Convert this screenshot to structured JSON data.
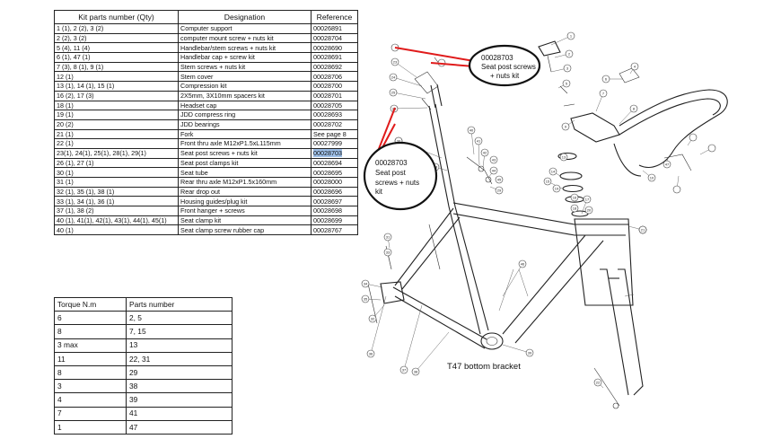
{
  "kit_table": {
    "headers": {
      "kit_parts": "Kit parts number (Qty)",
      "designation": "Designation",
      "reference": "Reference"
    },
    "rows": [
      {
        "parts": "1 (1), 2 (2), 3 (2)",
        "designation": "Computer support",
        "reference": "00026891"
      },
      {
        "parts": "2 (2), 3 (2)",
        "designation": "computer mount screw + nuts kit",
        "reference": "00028704"
      },
      {
        "parts": "5 (4), 11 (4)",
        "designation": "Handlebar/stem screws + nuts kit",
        "reference": "00028690"
      },
      {
        "parts": "6 (1), 47 (1)",
        "designation": "Handlebar cap + screw kit",
        "reference": "00028691"
      },
      {
        "parts": "7 (3), 8 (1), 9 (1)",
        "designation": "Stem screws + nuts kit",
        "reference": "00028692"
      },
      {
        "parts": "12 (1)",
        "designation": "Stem cover",
        "reference": "00028706"
      },
      {
        "parts": "13 (1), 14 (1), 15 (1)",
        "designation": "Compression kit",
        "reference": "00028700"
      },
      {
        "parts": "16 (2), 17 (3)",
        "designation": "2X5mm, 3X10mm spacers kit",
        "reference": "00028701"
      },
      {
        "parts": "18 (1)",
        "designation": "Headset cap",
        "reference": "00028705"
      },
      {
        "parts": "19 (1)",
        "designation": "JDD compress ring",
        "reference": "00028693"
      },
      {
        "parts": "20 (2)",
        "designation": "JDD bearings",
        "reference": "00028702"
      },
      {
        "parts": "21 (1)",
        "designation": "Fork",
        "reference": "See page 8"
      },
      {
        "parts": "22 (1)",
        "designation": "Front thru axle M12xP1.5xL115mm",
        "reference": "00027999"
      },
      {
        "parts": "23(1), 24(1), 25(1), 28(1), 29(1)",
        "designation": "Seat post screws + nuts kit",
        "reference": "00028703"
      },
      {
        "parts": "26 (1), 27 (1)",
        "designation": "Seat post clamps kit",
        "reference": "00028694"
      },
      {
        "parts": "30 (1)",
        "designation": "Seat tube",
        "reference": "00028695"
      },
      {
        "parts": "31 (1)",
        "designation": "Rear thru axle M12xP1.5x160mm",
        "reference": "00028000"
      },
      {
        "parts": "32 (1), 35 (1), 38 (1)",
        "designation": "Rear drop out",
        "reference": "00028696"
      },
      {
        "parts": "33 (1), 34 (1), 36 (1)",
        "designation": "Housing guides/plug kit",
        "reference": "00028697"
      },
      {
        "parts": "37 (1), 38 (2)",
        "designation": "Front hanger + screws",
        "reference": "00028698"
      },
      {
        "parts": "40 (1), 41(1), 42(1), 43(1), 44(1), 45(1)",
        "designation": "Seat clamp kit",
        "reference": "00028699"
      },
      {
        "parts": "40 (1)",
        "designation": "Seat clamp screw rubber cap",
        "reference": "00028767"
      }
    ],
    "highlighted_row": 13
  },
  "torque_table": {
    "headers": {
      "torque": "Torque N.m",
      "parts": "Parts number"
    },
    "rows": [
      {
        "torque": "6",
        "parts": "2, 5"
      },
      {
        "torque": "8",
        "parts": "7, 15"
      },
      {
        "torque": "3 max",
        "parts": "13"
      },
      {
        "torque": "11",
        "parts": "22, 31"
      },
      {
        "torque": "8",
        "parts": "29"
      },
      {
        "torque": "3",
        "parts": "38"
      },
      {
        "torque": "4",
        "parts": "39"
      },
      {
        "torque": "7",
        "parts": "41"
      },
      {
        "torque": "1",
        "parts": "47"
      }
    ]
  },
  "diagram": {
    "annotation_top": {
      "ref": "00028703",
      "line1": "Seat post screws",
      "line2": "+ nuts kit"
    },
    "annotation_left": {
      "ref": "00028703",
      "line1": "Seat post",
      "line2": "screws + nuts",
      "line3": "kit"
    },
    "bottom_bracket_label": "T47 bottom bracket",
    "annotation_color": "#e01b1b",
    "callouts": [
      "1",
      "2",
      "3",
      "4",
      "5",
      "6",
      "7",
      "8",
      "9",
      "10",
      "11",
      "12",
      "13",
      "14",
      "15",
      "16",
      "17",
      "18",
      "19",
      "20",
      "21",
      "22",
      "23",
      "24",
      "25",
      "26",
      "27",
      "28",
      "29",
      "30",
      "31",
      "32",
      "33",
      "34",
      "35",
      "36",
      "37",
      "38",
      "39",
      "40",
      "41",
      "42",
      "43",
      "44",
      "45",
      "46",
      "47"
    ]
  }
}
